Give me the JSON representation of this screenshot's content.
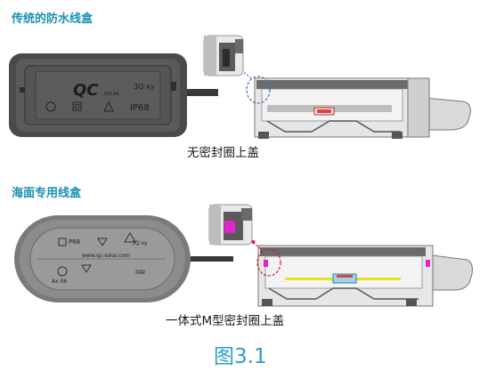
{
  "sections": [
    {
      "title": "传统的防水线盒",
      "caption": "无密封圈上盖",
      "box_label": "QC",
      "box_sub": "SOLAR",
      "box_model": "3Q xy",
      "box_rating": "IP68"
    },
    {
      "title": "海面专用线盒",
      "caption": "一体式M型密封圈上盖",
      "box_url": "www.qc-solar.com",
      "box_model": "3Q xy",
      "box_label_a": "P68",
      "box_label_b": "Ax 06",
      "box_label_c": "IIAI"
    }
  ],
  "figure_caption": "图3.1",
  "colors": {
    "title": "#1a8fb5",
    "figure_caption": "#2a9fc4",
    "highlight_seal": "#e026c8",
    "callout_old": "#3a6ea8",
    "callout_new": "#d11a2a"
  }
}
